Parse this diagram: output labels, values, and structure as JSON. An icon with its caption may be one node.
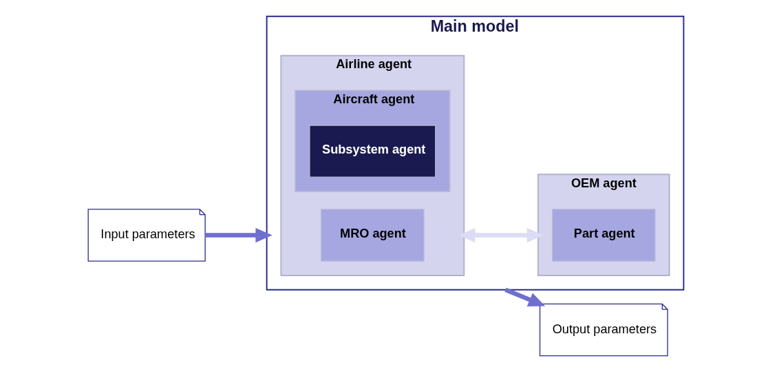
{
  "diagram": {
    "nodes": [
      {
        "text": [
          "Input parameters"
        ]
      },
      {
        "text": [
          "Main model"
        ]
      },
      {
        "text": [
          "Airline agent"
        ],
        "in": 1
      },
      {
        "text": [
          "MRO agent"
        ],
        "in": 2
      },
      {
        "text": [
          "Aircraft agent"
        ],
        "in": 2
      },
      {
        "text": [
          "Subsystem agent"
        ],
        "in": 4
      },
      {
        "text": [
          "OEM agent"
        ],
        "in": 1
      },
      {
        "text": [
          "Part agent"
        ],
        "in": 6
      },
      {
        "text": [
          "Output parameters"
        ]
      }
    ],
    "edges": [
      {
        "from": 0,
        "to": 1,
        "arrow": "to"
      },
      {
        "from": 2,
        "to": 6,
        "arrow": "both",
        "color": "#dcdcf4"
      },
      {
        "from": 1,
        "to": 8,
        "arrow": "to"
      }
    ]
  }
}
